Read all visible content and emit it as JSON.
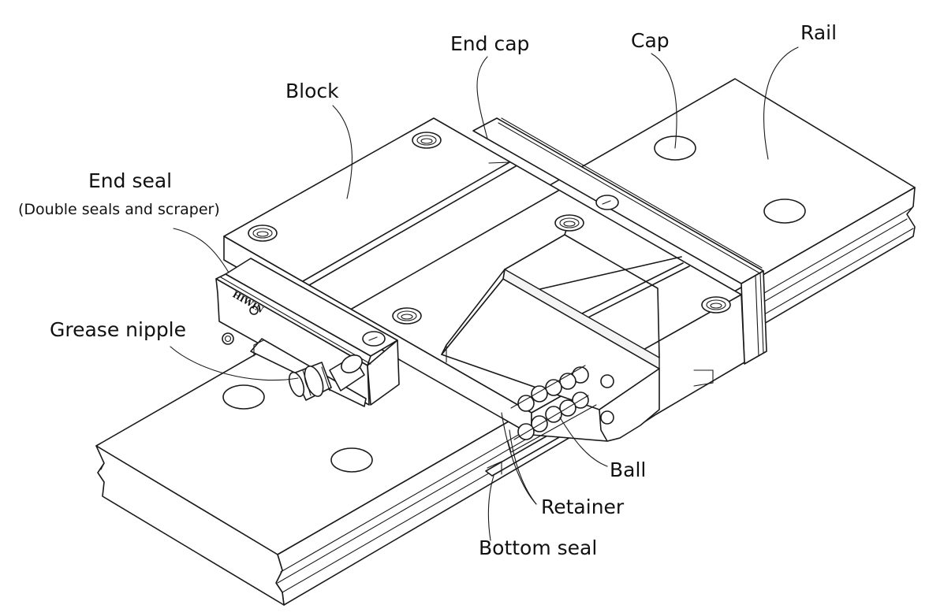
{
  "labels": {
    "end_cap": "End cap",
    "cap": "Cap",
    "rail": "Rail",
    "block": "Block",
    "end_seal": "End seal",
    "end_seal_note": "(Double seals and scraper)",
    "grease_nipple": "Grease nipple",
    "ball": "Ball",
    "retainer": "Retainer",
    "bottom_seal": "Bottom seal"
  },
  "brand_text": "HIWIN"
}
